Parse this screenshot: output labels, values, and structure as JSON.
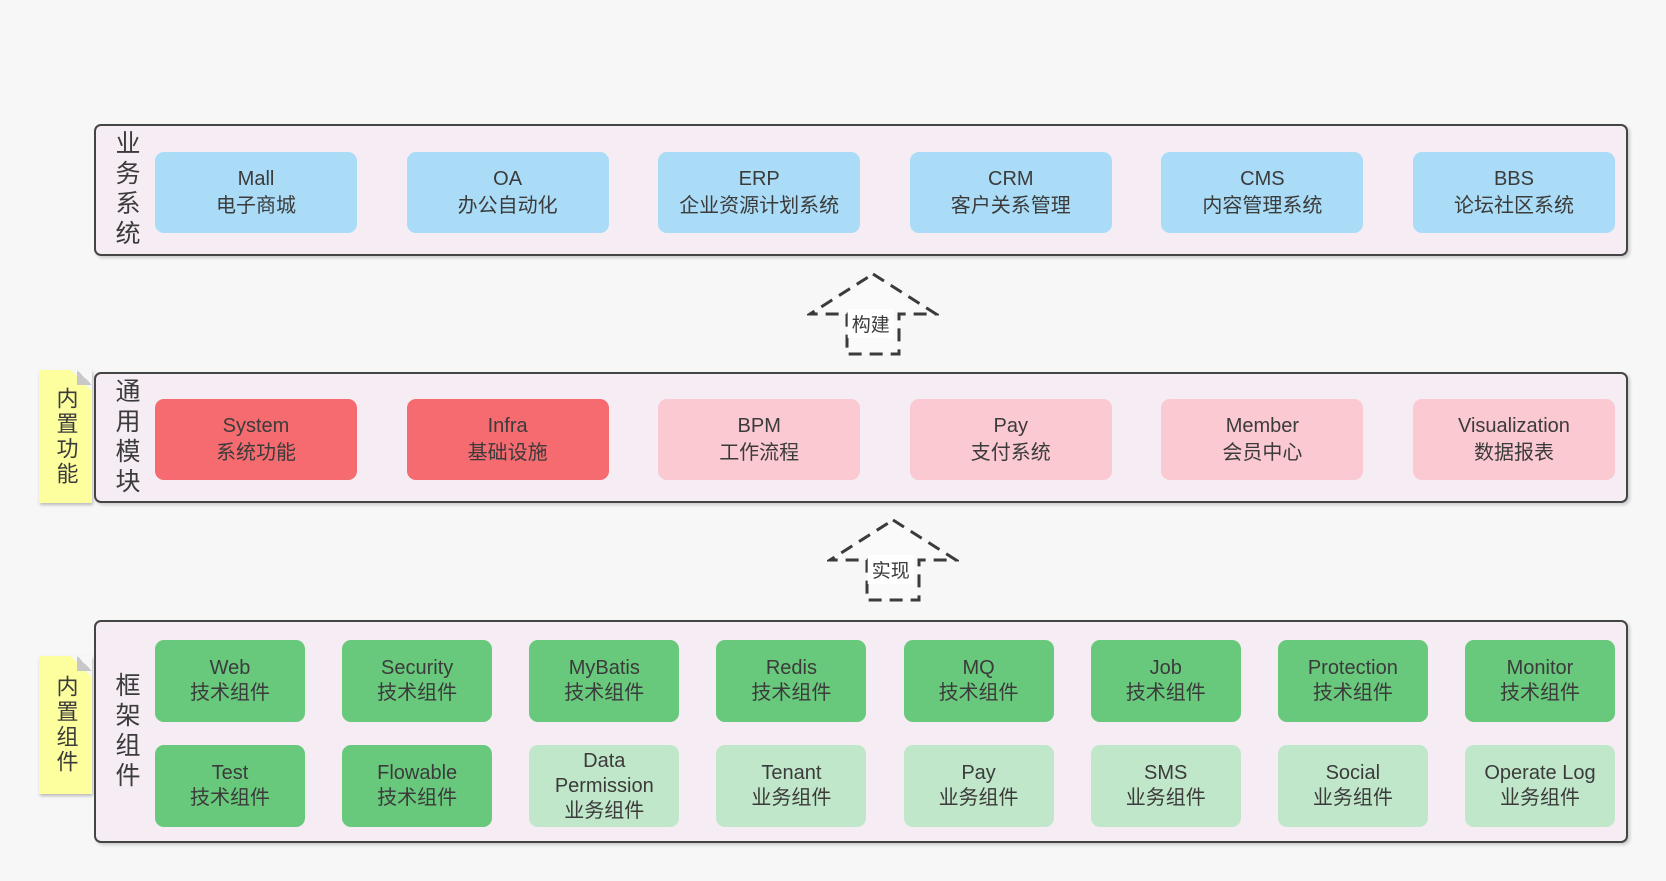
{
  "palette": {
    "page_bg": "#f7f7f7",
    "panel_bg": "#f5ecf4",
    "panel_border": "#454545",
    "blue": "#aadcf7",
    "red": "#f56b6f",
    "pink": "#fac9d2",
    "green": "#68c97c",
    "light_green": "#c0e7c9",
    "sticky_yellow": "#fdfe9e",
    "fold_gray": "#c8c8c8",
    "text": "#3b3b3b"
  },
  "business": {
    "label": "业务系统",
    "boxes": [
      {
        "name": "Mall",
        "desc": "电子商城",
        "color": "blue"
      },
      {
        "name": "OA",
        "desc": "办公自动化",
        "color": "blue"
      },
      {
        "name": "ERP",
        "desc": "企业资源计划系统",
        "color": "blue"
      },
      {
        "name": "CRM",
        "desc": "客户关系管理",
        "color": "blue"
      },
      {
        "name": "CMS",
        "desc": "内容管理系统",
        "color": "blue"
      },
      {
        "name": "BBS",
        "desc": "论坛社区系统",
        "color": "blue"
      }
    ]
  },
  "arrows": {
    "build": "构建",
    "implement": "实现"
  },
  "modules": {
    "label": "通用模块",
    "sticky": "内置功能",
    "boxes": [
      {
        "name": "System",
        "desc": "系统功能",
        "color": "red"
      },
      {
        "name": "Infra",
        "desc": "基础设施",
        "color": "red"
      },
      {
        "name": "BPM",
        "desc": "工作流程",
        "color": "pink"
      },
      {
        "name": "Pay",
        "desc": "支付系统",
        "color": "pink"
      },
      {
        "name": "Member",
        "desc": "会员中心",
        "color": "pink"
      },
      {
        "name": "Visualization",
        "desc": "数据报表",
        "color": "pink"
      }
    ]
  },
  "components": {
    "label": "框架组件",
    "sticky": "内置组件",
    "row1": [
      {
        "name": "Web",
        "desc": "技术组件",
        "color": "green"
      },
      {
        "name": "Security",
        "desc": "技术组件",
        "color": "green"
      },
      {
        "name": "MyBatis",
        "desc": "技术组件",
        "color": "green"
      },
      {
        "name": "Redis",
        "desc": "技术组件",
        "color": "green"
      },
      {
        "name": "MQ",
        "desc": "技术组件",
        "color": "green"
      },
      {
        "name": "Job",
        "desc": "技术组件",
        "color": "green"
      },
      {
        "name": "Protection",
        "desc": "技术组件",
        "color": "green"
      },
      {
        "name": "Monitor",
        "desc": "技术组件",
        "color": "green"
      }
    ],
    "row2": [
      {
        "name": "Test",
        "desc": "技术组件",
        "color": "green"
      },
      {
        "name": "Flowable",
        "desc": "技术组件",
        "color": "green"
      },
      {
        "name": "Data Permission",
        "desc": "业务组件",
        "color": "light_green"
      },
      {
        "name": "Tenant",
        "desc": "业务组件",
        "color": "light_green"
      },
      {
        "name": "Pay",
        "desc": "业务组件",
        "color": "light_green"
      },
      {
        "name": "SMS",
        "desc": "业务组件",
        "color": "light_green"
      },
      {
        "name": "Social",
        "desc": "业务组件",
        "color": "light_green"
      },
      {
        "name": "Operate Log",
        "desc": "业务组件",
        "color": "light_green"
      }
    ]
  }
}
